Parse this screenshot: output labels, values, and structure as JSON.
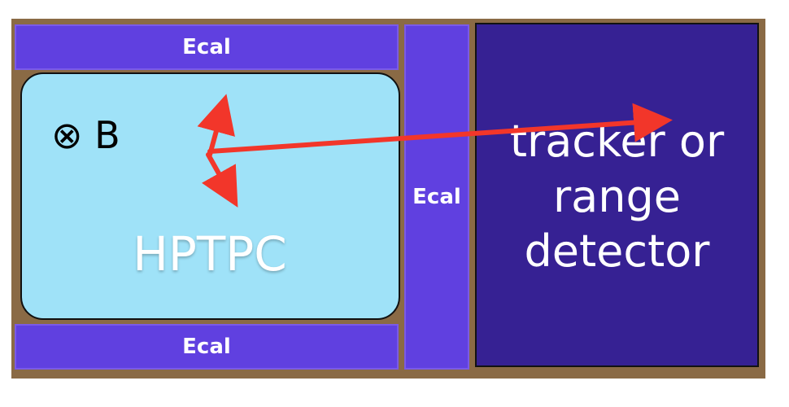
{
  "detector": {
    "ecal_top_label": "Ecal",
    "ecal_middle_label": "Ecal",
    "ecal_bottom_label": "Ecal",
    "tpc_label": "HPTPC",
    "field_label": "⊗ B",
    "downstream_lines": [
      "tracker or",
      "range",
      "detector"
    ]
  },
  "colors": {
    "frame": "#8a6a45",
    "ecal": "#6040e0",
    "tpc": "#9fe2f8",
    "tracker": "#362193",
    "track": "#f2362a"
  },
  "tracks": [
    {
      "name": "short-up-track",
      "direction": "up-right"
    },
    {
      "name": "short-down-track",
      "direction": "down-right"
    },
    {
      "name": "long-track",
      "direction": "right"
    }
  ]
}
